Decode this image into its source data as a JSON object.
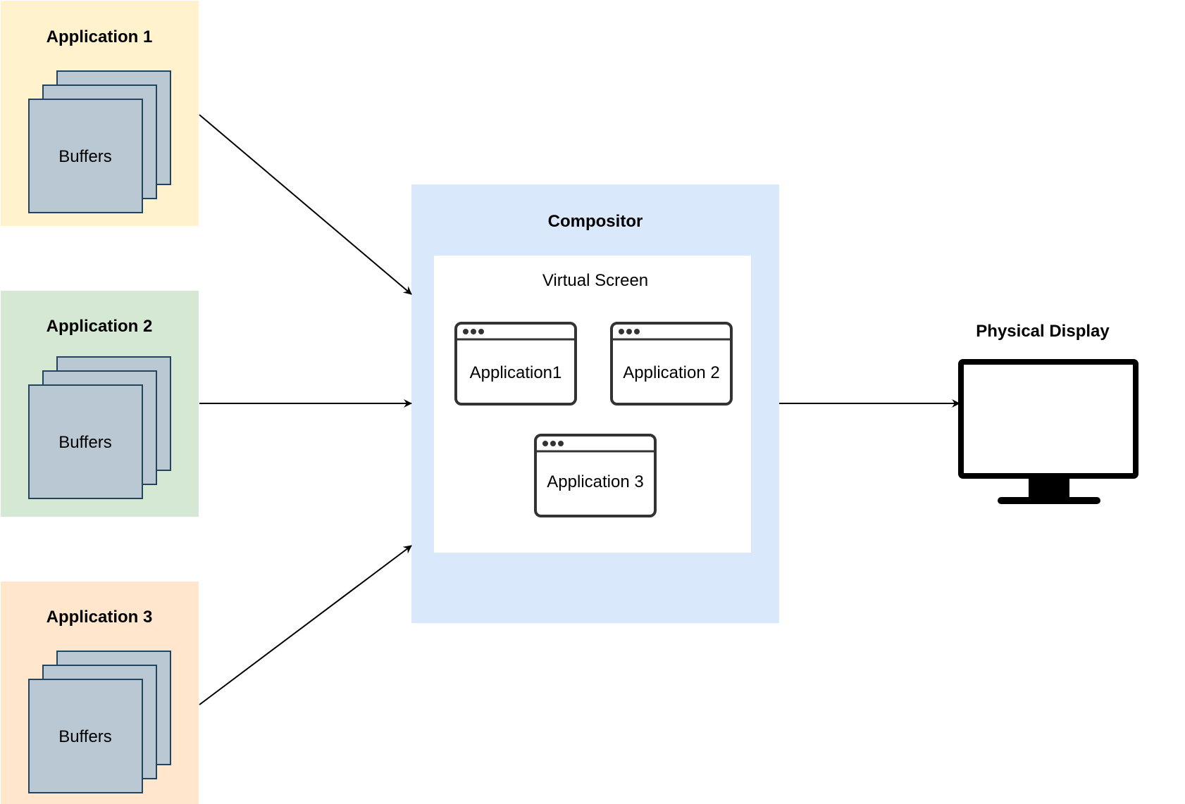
{
  "applications": [
    {
      "title": "Application 1",
      "buffers_label": "Buffers"
    },
    {
      "title": "Application 2",
      "buffers_label": "Buffers"
    },
    {
      "title": "Application 3",
      "buffers_label": "Buffers"
    }
  ],
  "compositor": {
    "title": "Compositor",
    "virtual_screen": {
      "title": "Virtual Screen",
      "windows": [
        {
          "label": "Application1"
        },
        {
          "label": "Application 2"
        },
        {
          "label": "Application 3"
        }
      ]
    }
  },
  "display": {
    "title": "Physical Display",
    "icon": "monitor-icon"
  },
  "colors": {
    "app1_bg": "#fff2cc",
    "app2_bg": "#d5e8d4",
    "app3_bg": "#ffe6cc",
    "buffer_fill": "#bac8d3",
    "buffer_stroke": "#23445d",
    "compositor_bg": "#dae8fc",
    "virtual_screen_bg": "#ffffff",
    "window_stroke": "#333333",
    "arrow": "#000000"
  }
}
